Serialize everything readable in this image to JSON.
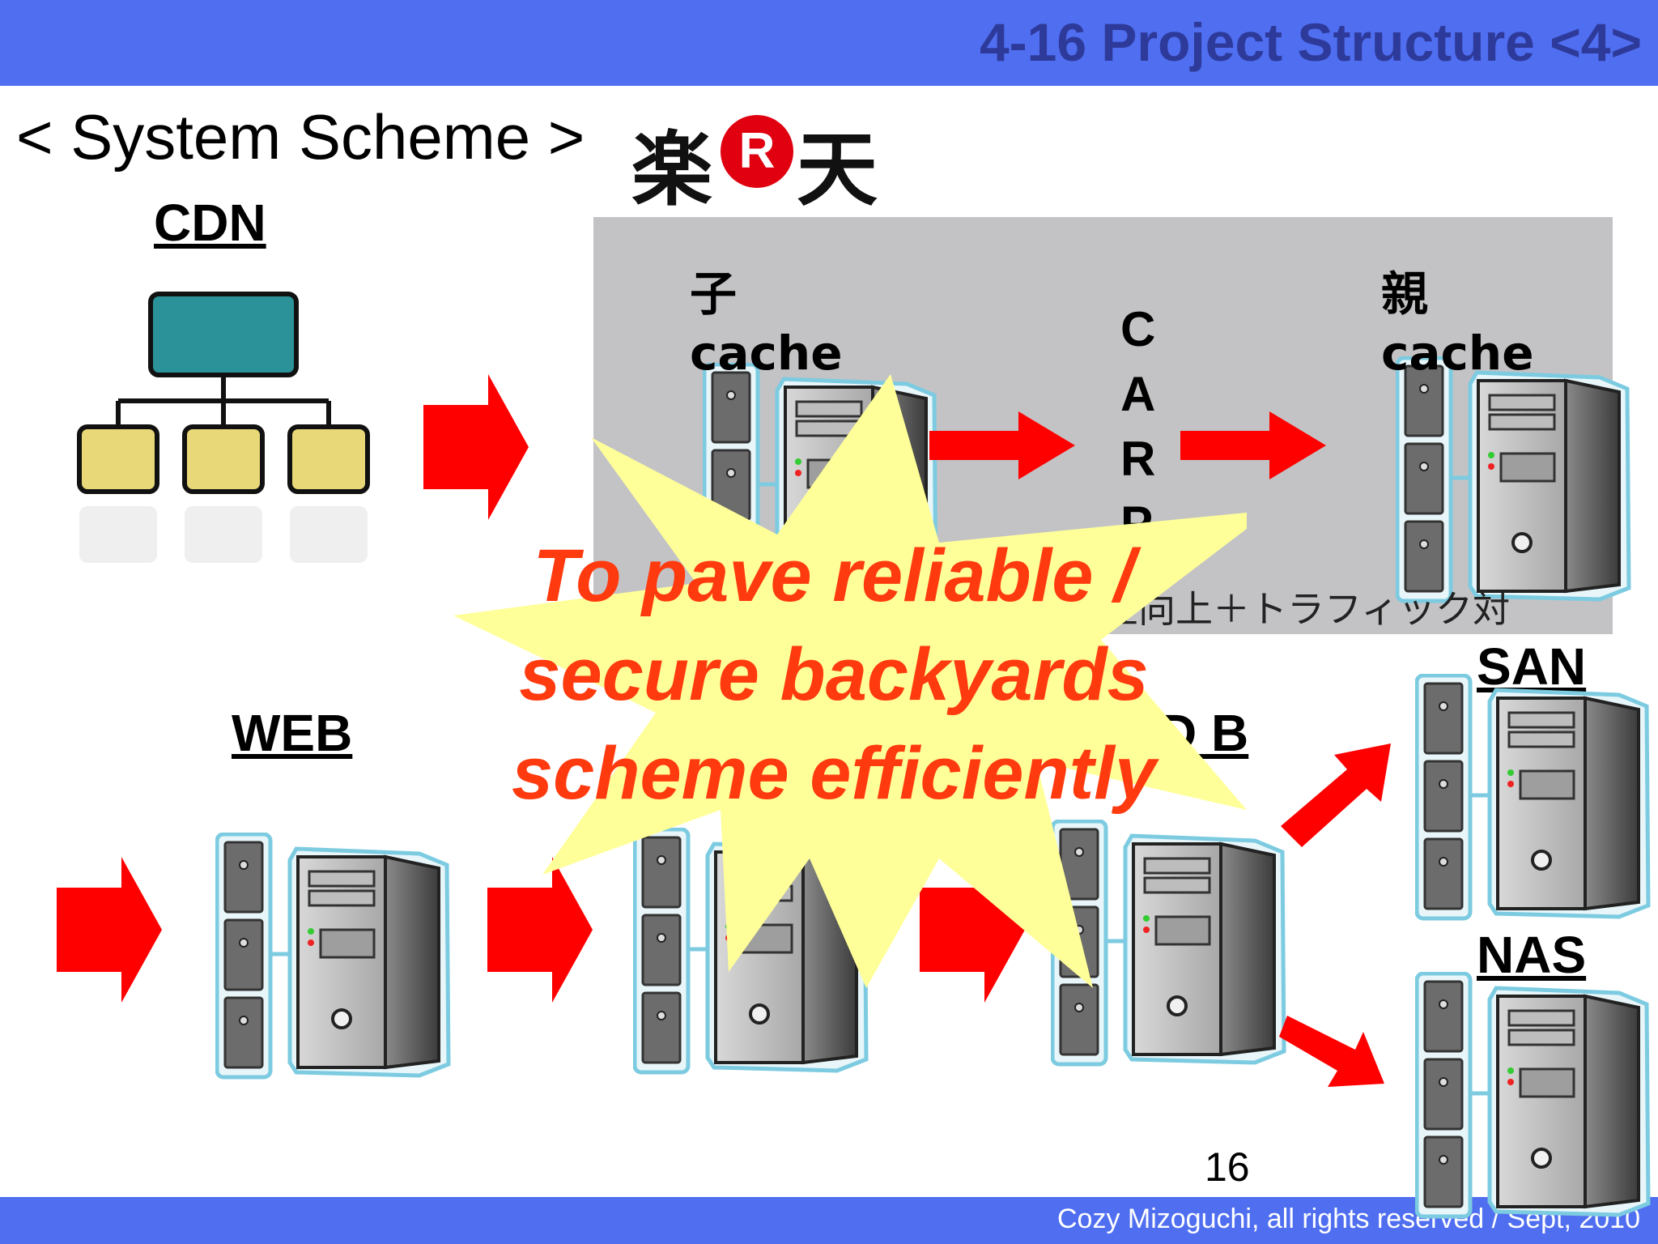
{
  "header": {
    "title": "4-16 Project Structure <4>"
  },
  "section": {
    "label": "< System Scheme >"
  },
  "logo": {
    "left_char": "楽",
    "badge_letter": "R",
    "right_char": "天"
  },
  "nodes": {
    "cdn": "CDN",
    "web": "WEB",
    "db": "D B",
    "san": "SAN",
    "nas": "NAS"
  },
  "cache_box": {
    "child_kanji": "子",
    "child_label": "cache",
    "parent_kanji": "親",
    "parent_label": "cache",
    "carp": [
      "C",
      "A",
      "R",
      "P"
    ],
    "note": "性向上＋トラフィック対"
  },
  "slogan": {
    "line1": "To pave reliable /",
    "line2": "secure backyards",
    "line3": "scheme efficiently"
  },
  "colors": {
    "header": "#4f6ef0",
    "arrow": "#ff0000",
    "burst": "#ffff99",
    "slogan": "#ff3a0e"
  },
  "page_number": "16",
  "footer": {
    "text": "Cozy Mizoguchi, all rights reserved / Sept, 2010"
  }
}
